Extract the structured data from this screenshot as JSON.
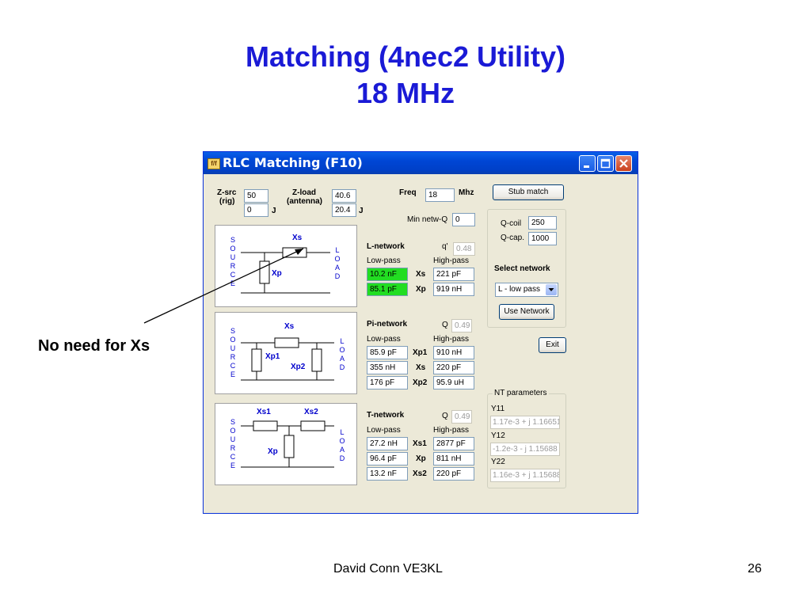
{
  "slide": {
    "title_line1": "Matching (4nec2 Utility)",
    "title_line2": "18 MHz",
    "callout": "No need for Xs",
    "footer_author": "David Conn   VE3KL",
    "page_number": "26",
    "title_color": "#1a1ad6"
  },
  "window": {
    "title": "RLC Matching (F10)",
    "icon": "app-icon",
    "controls": [
      "minimize-icon",
      "maximize-icon",
      "close-icon"
    ]
  },
  "form": {
    "zsrc_label": "Z-src",
    "zsrc_sub": "(rig)",
    "zsrc_r": "50",
    "zsrc_j": "0",
    "j_label": "J",
    "zload_label": "Z-load",
    "zload_sub": "(antenna)",
    "zload_r": "40.6",
    "zload_j": "20.4",
    "freq_label": "Freq",
    "freq_value": "18",
    "freq_unit": "Mhz",
    "minq_label": "Min netw-Q",
    "minq_value": "0"
  },
  "diagrams": {
    "source_letters": [
      "S",
      "O",
      "U",
      "R",
      "C",
      "E"
    ],
    "load_letters": [
      "L",
      "O",
      "A",
      "D"
    ],
    "l": {
      "xs": "Xs",
      "xp": "Xp"
    },
    "pi": {
      "xs": "Xs",
      "xp1": "Xp1",
      "xp2": "Xp2"
    },
    "t": {
      "xs1": "Xs1",
      "xs2": "Xs2",
      "xp": "Xp"
    }
  },
  "lnet": {
    "title": "L-network",
    "q_label": "q'",
    "q_value": "0.48",
    "low": "Low-pass",
    "high": "High-pass",
    "rows": [
      {
        "low": "10.2 nF",
        "name": "Xs",
        "high": "221 pF"
      },
      {
        "low": "85.1 pF",
        "name": "Xp",
        "high": "919 nH"
      }
    ],
    "highlight_color": "#22dd22"
  },
  "pinet": {
    "title": "Pi-network",
    "q_label": "Q",
    "q_value": "0.49",
    "low": "Low-pass",
    "high": "High-pass",
    "rows": [
      {
        "low": "85.9 pF",
        "name": "Xp1",
        "high": "910 nH"
      },
      {
        "low": "355 nH",
        "name": "Xs",
        "high": "220 pF"
      },
      {
        "low": "176 pF",
        "name": "Xp2",
        "high": "95.9 uH"
      }
    ]
  },
  "tnet": {
    "title": "T-network",
    "q_label": "Q",
    "q_value": "0.49",
    "low": "Low-pass",
    "high": "High-pass",
    "rows": [
      {
        "low": "27.2 nH",
        "name": "Xs1",
        "high": "2877 pF"
      },
      {
        "low": "96.4 pF",
        "name": "Xp",
        "high": "811 nH"
      },
      {
        "low": "13.2 nF",
        "name": "Xs2",
        "high": "220 pF"
      }
    ]
  },
  "right": {
    "stub_match": "Stub match",
    "qcoil_label": "Q-coil",
    "qcoil_value": "250",
    "qcap_label": "Q-cap.",
    "qcap_value": "1000",
    "select_label": "Select network",
    "select_value": "L - low pass",
    "use_network": "Use Network",
    "exit": "Exit",
    "nt_title": "NT parameters",
    "y11_label": "Y11",
    "y11_value": "1.17e-3 + j 1.16651",
    "y12_label": "Y12",
    "y12_value": "-1.2e-3 - j 1.15688",
    "y22_label": "Y22",
    "y22_value": "1.16e-3 + j 1.15688"
  }
}
